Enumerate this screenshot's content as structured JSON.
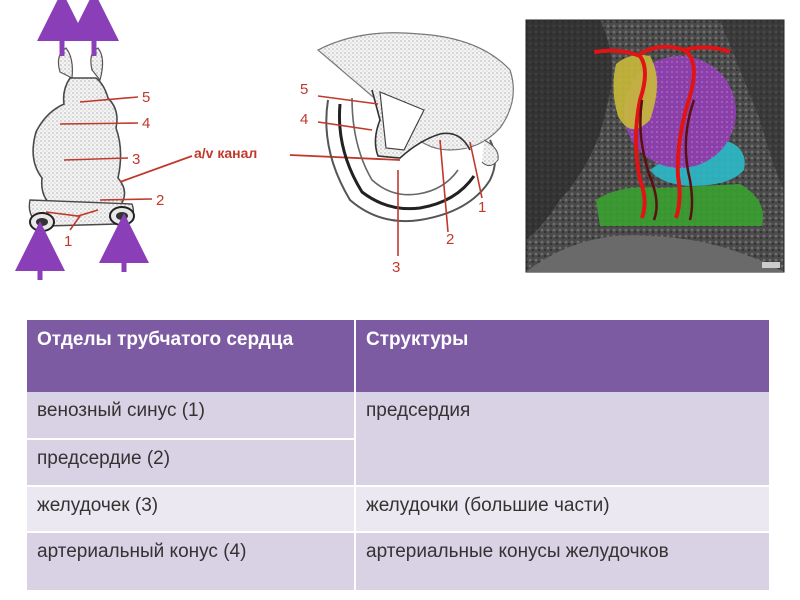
{
  "figure": {
    "heart_labels": [
      "5",
      "4",
      "3",
      "2",
      "1"
    ],
    "section_labels": [
      "5",
      "4",
      "1",
      "2",
      "3"
    ],
    "av_canal_label": "a/v канал",
    "colors": {
      "arrow": "#8a3fb8",
      "label": "#c0392b",
      "atrium_yellow": "#c9b93a",
      "ventricle_purple": "#8b3fa8",
      "cyan": "#2cb6c6",
      "green": "#3aa02f",
      "vessel_red": "#e01414"
    }
  },
  "table": {
    "headers": [
      "Отделы трубчатого сердца",
      "Структуры"
    ],
    "rows": [
      {
        "left": "венозный синус (1)",
        "right": "предсердия"
      },
      {
        "left": "предсердие (2)"
      },
      {
        "left": "желудочек (3)",
        "right": "желудочки (большие части)"
      },
      {
        "left": "артериальный конус (4)",
        "right": "артериальные конусы желудочков"
      }
    ]
  }
}
